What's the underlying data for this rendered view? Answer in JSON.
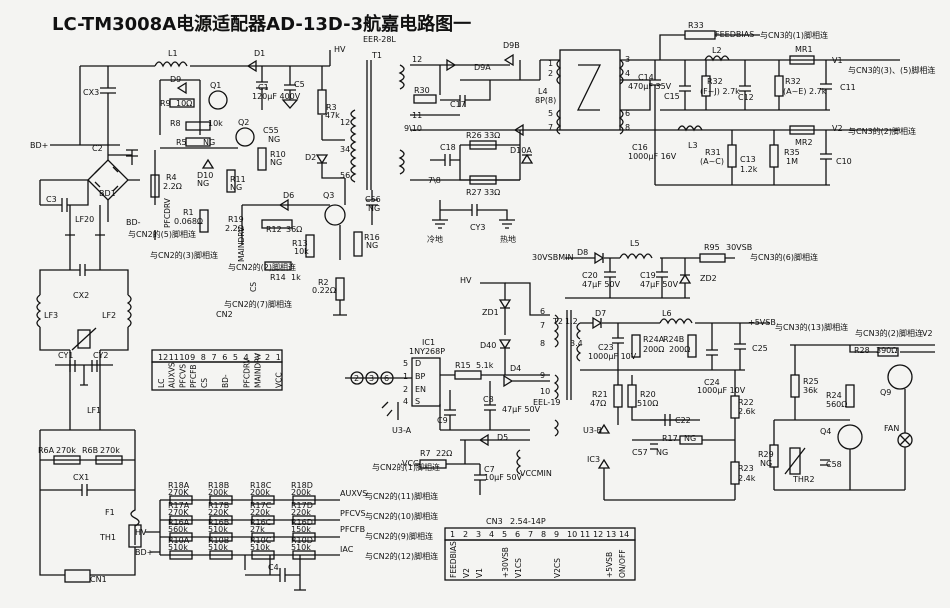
{
  "title": "LC-TM3008A电源适配器AD-13D-3航嘉电路图一",
  "power_nets": {
    "bd_plus": "BD+",
    "bd_minus": "BD-",
    "hv": "HV",
    "cold_ground": "冷地",
    "hot_ground": "热地",
    "fivevsb": "+5VSB",
    "v2": "V2",
    "vcc": "VCC",
    "thirtyvsb": "30VSB",
    "thirtyvsbmin": "30VSBMIN"
  },
  "transformers": {
    "t1": "T1",
    "t1_type": "EER-28L",
    "t2": "T2",
    "t2_type": "EEL-19"
  },
  "ic": {
    "ic1": "IC1",
    "ic1_part": "1NY268P",
    "u3a": "U3-A",
    "u3b": "U3-B",
    "ic3": "IC3",
    "vccmin": "VCCMIN"
  },
  "pins_ic1": [
    "D",
    "BP",
    "EN",
    "S"
  ],
  "pin_nums_ic1": [
    "5",
    "1",
    "2",
    "4"
  ],
  "components": [
    {
      "ref": "L1",
      "value": ""
    },
    {
      "ref": "D1",
      "value": ""
    },
    {
      "ref": "D9",
      "value": ""
    },
    {
      "ref": "R9",
      "value": "10Ω"
    },
    {
      "ref": "Q1",
      "value": ""
    },
    {
      "ref": "R8",
      "value": "10k"
    },
    {
      "ref": "R5",
      "value": "NG"
    },
    {
      "ref": "Q2",
      "value": ""
    },
    {
      "ref": "D10",
      "value": "NG"
    },
    {
      "ref": "R4",
      "value": "2.2Ω"
    },
    {
      "ref": "R11",
      "value": "NG"
    },
    {
      "ref": "R1",
      "value": "0.068Ω"
    },
    {
      "ref": "C1",
      "value": "120μF 400V"
    },
    {
      "ref": "C5",
      "value": ""
    },
    {
      "ref": "C55",
      "value": "NG"
    },
    {
      "ref": "R10",
      "value": "NG"
    },
    {
      "ref": "R3",
      "value": "47k"
    },
    {
      "ref": "D2",
      "value": ""
    },
    {
      "ref": "D6",
      "value": ""
    },
    {
      "ref": "R19",
      "value": "2.2Ω"
    },
    {
      "ref": "R12",
      "value": "36Ω"
    },
    {
      "ref": "R13",
      "value": "10k"
    },
    {
      "ref": "R14",
      "value": "1k"
    },
    {
      "ref": "Q3",
      "value": ""
    },
    {
      "ref": "R16",
      "value": "NG"
    },
    {
      "ref": "R2",
      "value": "0.22Ω"
    },
    {
      "ref": "C56",
      "value": "NG"
    },
    {
      "ref": "CX3",
      "value": ""
    },
    {
      "ref": "C2",
      "value": ""
    },
    {
      "ref": "BD1",
      "value": ""
    },
    {
      "ref": "C3",
      "value": ""
    },
    {
      "ref": "LF20",
      "value": ""
    },
    {
      "ref": "CX2",
      "value": ""
    },
    {
      "ref": "LF3",
      "value": ""
    },
    {
      "ref": "LF2",
      "value": ""
    },
    {
      "ref": "CY1",
      "value": ""
    },
    {
      "ref": "CY2",
      "value": ""
    },
    {
      "ref": "LF1",
      "value": ""
    },
    {
      "ref": "R6A",
      "value": "270k"
    },
    {
      "ref": "R6B",
      "value": "270k"
    },
    {
      "ref": "CX1",
      "value": ""
    },
    {
      "ref": "F1",
      "value": ""
    },
    {
      "ref": "TH1",
      "value": ""
    },
    {
      "ref": "CN1",
      "value": ""
    },
    {
      "ref": "D9B",
      "value": ""
    },
    {
      "ref": "D9A",
      "value": ""
    },
    {
      "ref": "R30",
      "value": ""
    },
    {
      "ref": "C17",
      "value": ""
    },
    {
      "ref": "L4",
      "value": "8P(8)"
    },
    {
      "ref": "C18",
      "value": ""
    },
    {
      "ref": "R26",
      "value": "33Ω"
    },
    {
      "ref": "R27",
      "value": "33Ω"
    },
    {
      "ref": "D10A",
      "value": ""
    },
    {
      "ref": "R33",
      "value": "FEEDBIAS"
    },
    {
      "ref": "L2",
      "value": ""
    },
    {
      "ref": "MR1",
      "value": ""
    },
    {
      "ref": "C14",
      "value": "470μF 35V"
    },
    {
      "ref": "C15",
      "value": ""
    },
    {
      "ref": "R32",
      "value": "(F~J) 2.7k"
    },
    {
      "ref": "C12",
      "value": ""
    },
    {
      "ref": "R32",
      "value": "(A~E) 2.7k"
    },
    {
      "ref": "C11",
      "value": ""
    },
    {
      "ref": "L3",
      "value": ""
    },
    {
      "ref": "MR2",
      "value": ""
    },
    {
      "ref": "C16",
      "value": "1000μF 16V"
    },
    {
      "ref": "R31",
      "value": "(A~C)"
    },
    {
      "ref": "C13",
      "value": "1.2k"
    },
    {
      "ref": "R35",
      "value": "1M"
    },
    {
      "ref": "C10",
      "value": ""
    },
    {
      "ref": "CY3",
      "value": ""
    },
    {
      "ref": "D8",
      "value": ""
    },
    {
      "ref": "L5",
      "value": ""
    },
    {
      "ref": "R95",
      "value": "30VSB"
    },
    {
      "ref": "C20",
      "value": "47μF 50V"
    },
    {
      "ref": "C19",
      "value": "47μF 50V"
    },
    {
      "ref": "ZD2",
      "value": ""
    },
    {
      "ref": "D7",
      "value": ""
    },
    {
      "ref": "L6",
      "value": ""
    },
    {
      "ref": "C23",
      "value": "1000μF 10V"
    },
    {
      "ref": "R24A",
      "value": "200Ω"
    },
    {
      "ref": "R24B",
      "value": "200Ω"
    },
    {
      "ref": "C24",
      "value": "1000μF 10V"
    },
    {
      "ref": "C25",
      "value": ""
    },
    {
      "ref": "R21",
      "value": "47Ω"
    },
    {
      "ref": "R20",
      "value": "510Ω"
    },
    {
      "ref": "C22",
      "value": ""
    },
    {
      "ref": "R17",
      "value": "NG"
    },
    {
      "ref": "C57",
      "value": "NG"
    },
    {
      "ref": "R22",
      "value": "2.6k"
    },
    {
      "ref": "R23",
      "value": "2.4k"
    },
    {
      "ref": "ZD1",
      "value": ""
    },
    {
      "ref": "D40",
      "value": ""
    },
    {
      "ref": "R15",
      "value": "5.1k"
    },
    {
      "ref": "D4",
      "value": ""
    },
    {
      "ref": "C8",
      "value": "47μF 50V"
    },
    {
      "ref": "C9",
      "value": ""
    },
    {
      "ref": "D5",
      "value": ""
    },
    {
      "ref": "R7",
      "value": "22Ω"
    },
    {
      "ref": "C7",
      "value": "10μF 50V"
    },
    {
      "ref": "R28",
      "value": "390Ω"
    },
    {
      "ref": "R25",
      "value": "36k"
    },
    {
      "ref": "R24",
      "value": "560Ω"
    },
    {
      "ref": "Q9",
      "value": ""
    },
    {
      "ref": "Q4",
      "value": ""
    },
    {
      "ref": "FAN",
      "value": ""
    },
    {
      "ref": "R29",
      "value": "NG"
    },
    {
      "ref": "THR2",
      "value": ""
    },
    {
      "ref": "C58",
      "value": ""
    },
    {
      "ref": "R18A",
      "value": "270K"
    },
    {
      "ref": "R18B",
      "value": "200k"
    },
    {
      "ref": "R18C",
      "value": "200k"
    },
    {
      "ref": "R18D",
      "value": "200k"
    },
    {
      "ref": "R17A",
      "value": "270K"
    },
    {
      "ref": "R17B",
      "value": "220K"
    },
    {
      "ref": "R17C",
      "value": "220k"
    },
    {
      "ref": "R17D",
      "value": "220k"
    },
    {
      "ref": "R16A",
      "value": "560k"
    },
    {
      "ref": "R16B",
      "value": "510k"
    },
    {
      "ref": "R16C",
      "value": "27k"
    },
    {
      "ref": "R16D",
      "value": "150k"
    },
    {
      "ref": "R10A",
      "value": "510k"
    },
    {
      "ref": "R10B",
      "value": "510k"
    },
    {
      "ref": "R10C",
      "value": "510k"
    },
    {
      "ref": "R10D",
      "value": "510k"
    },
    {
      "ref": "C4",
      "value": ""
    }
  ],
  "connections": {
    "cn2_5": "与CN2的(5)脚相连",
    "cn2_3": "与CN2的(3)脚相连",
    "cn2_2": "与CN2的(2)脚相连",
    "cn2_7": "与CN2的(7)脚相连",
    "cn3_1": "与CN3的(1)脚相连",
    "cn3_35": "与CN3的(3)、(5)脚相连",
    "cn3_2": "与CN3的(2)脚相连",
    "cn3_6": "与CN3的(6)脚相连",
    "cn3_13": "与CN3的(13)脚相连",
    "cn3_2b": "与CN3的(2)脚相连",
    "cn2_1": "与CN2的(1)脚相连",
    "cn2_11": "与CN2的(11)脚相连",
    "cn2_10": "与CN2的(10)脚相连",
    "cn2_9": "与CN2的(9)脚相连",
    "cn2_12": "与CN2的(12)脚相连"
  },
  "net_labels": {
    "auxvs": "AUXVS",
    "pfcvs": "PFCVS",
    "pfcfb": "PFCFB",
    "iac": "IAC",
    "hv": "HV",
    "bdp": "BD+",
    "v1": "V1",
    "v2": "V2",
    "pfcdrv": "PFCDRV",
    "maindrv": "MAINDRV",
    "cs": "CS",
    "feedbias": "FEEDBIAS"
  },
  "cn2": {
    "name": "CN2",
    "pin_numbers": [
      "12",
      "11",
      "10",
      "9",
      "8",
      "7",
      "6",
      "5",
      "4",
      "3",
      "2",
      "1"
    ],
    "pin_labels": [
      "LC",
      "AUXVS",
      "PFCVS",
      "PFCFB",
      "CS",
      "",
      "BD-",
      "",
      "PFCDRV",
      "MAINDRV",
      "",
      "VCC"
    ]
  },
  "cn3": {
    "name": "CN3",
    "spec": "2.54-14P",
    "pin_numbers": [
      "1",
      "2",
      "3",
      "4",
      "5",
      "6",
      "7",
      "8",
      "9",
      "10",
      "11",
      "12",
      "13",
      "14"
    ],
    "pin_labels": [
      "FEEDBIAS",
      "V2",
      "V1",
      "",
      "+30VSB",
      "V1CS",
      "",
      "",
      "V2CS",
      "",
      "",
      "",
      "+5VSB",
      "ON/OFF"
    ]
  },
  "transformer_pins": {
    "t1_pri": [
      "12",
      "34",
      "56"
    ],
    "t1_sec": [
      "12",
      "11",
      "9\\10",
      "7\\8",
      "1",
      "2",
      "3",
      "4",
      "5",
      "6",
      "7",
      "8"
    ],
    "t2": [
      "6",
      "7",
      "8",
      "9",
      "10",
      "1.2",
      "3.4"
    ]
  },
  "opto_nodes": [
    "2",
    "3",
    "6"
  ]
}
